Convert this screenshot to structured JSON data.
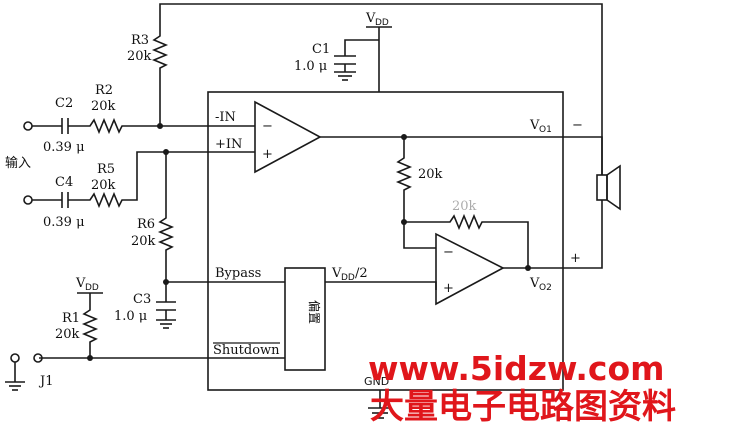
{
  "components": {
    "r3": {
      "name": "R3",
      "value": "20k"
    },
    "r2": {
      "name": "R2",
      "value": "20k"
    },
    "r5": {
      "name": "R5",
      "value": "20k"
    },
    "r6": {
      "name": "R6",
      "value": "20k"
    },
    "r1": {
      "name": "R1",
      "value": "20k"
    },
    "rf1": {
      "value": "20k"
    },
    "rf2": {
      "value": "20k"
    },
    "c1": {
      "name": "C1",
      "value": "1.0 μ"
    },
    "c2": {
      "name": "C2",
      "value": "0.39 μ"
    },
    "c4": {
      "name": "C4",
      "value": "0.39 μ"
    },
    "c3": {
      "name": "C3",
      "value": "1.0 μ"
    },
    "j1": {
      "name": "J1"
    }
  },
  "pins": {
    "neg_in": "-IN",
    "pos_in": "+IN",
    "bypass": "Bypass",
    "shutdown": "Shutdown",
    "gnd": "GND",
    "vo1": "V",
    "vo1_sub": "O1",
    "vo2": "V",
    "vo2_sub": "O2",
    "vdd_half": "V",
    "vdd_half_sub": "DD",
    "vdd_half_suffix": "/2"
  },
  "supply": {
    "v": "V",
    "sub": "DD"
  },
  "bias_block_label": "偏置",
  "input_label": "输入",
  "amp_signs": {
    "minus": "−",
    "plus": "+"
  },
  "speaker_signs": {
    "minus": "−",
    "plus": "+"
  },
  "watermark": {
    "url": "www.5idzw.com",
    "text": "大量电子电路图资料"
  }
}
